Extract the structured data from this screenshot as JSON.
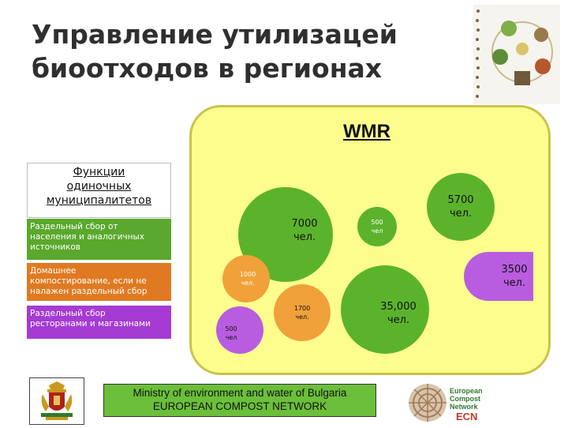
{
  "title": {
    "line1": "Управление утилизацей",
    "line2": "биоотходов в регионах"
  },
  "wmr": {
    "label": "WMR"
  },
  "panel": {
    "title_lines": [
      "Функции",
      "одиночных",
      "муниципалитетов"
    ]
  },
  "bands": [
    {
      "lines": [
        "Раздельный сбор от",
        "населения и аналогичных",
        "источников"
      ],
      "color": "#5aa82d"
    },
    {
      "lines": [
        "Домашнее",
        "компостирование, если не",
        "налажен раздельный сбор"
      ],
      "color": "#e07a22"
    },
    {
      "lines": [
        "Раздельный сбор",
        "ресторанами и магазинами"
      ],
      "color": "#a53bd3"
    }
  ],
  "circles": {
    "c7000": {
      "value": "7000",
      "unit": "чел."
    },
    "c500a": {
      "value": "500",
      "unit": "чел"
    },
    "c5700": {
      "value": "5700",
      "unit": "чел."
    },
    "c1000": {
      "value": "1000",
      "unit": "чел."
    },
    "c3500": {
      "value": "3500",
      "unit": "чел."
    },
    "c1700": {
      "value": "1700",
      "unit": "чел."
    },
    "c35000": {
      "value": "35,000",
      "unit": "чел."
    },
    "c500b": {
      "value": "500",
      "unit": "чел"
    }
  },
  "footer": {
    "ministry_line1": "Ministry of environment and water of Bulgaria",
    "ministry_line2": "EUROPEAN COMPOST NETWORK",
    "ecn_line1": "European",
    "ecn_line2": "Compost",
    "ecn_line3": "Network",
    "ecn_abbr": "ECN"
  },
  "colors": {
    "green": "#5bb32c",
    "orange": "#f0a13a",
    "purple": "#b95de0",
    "wmr_fill": "#fdfd8e"
  }
}
